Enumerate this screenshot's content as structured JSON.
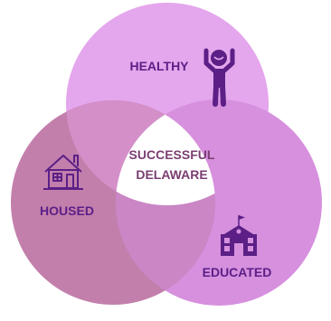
{
  "center": {
    "line1": "SUCCESSFUL",
    "line2": "DELAWARE"
  },
  "circles": [
    {
      "label": "HEALTHY",
      "icon": "person-raising-arms-icon"
    },
    {
      "label": "HOUSED",
      "icon": "house-icon"
    },
    {
      "label": "EDUCATED",
      "icon": "school-building-icon"
    }
  ],
  "colors": {
    "healthy_circle": "#e4a6ec",
    "housed_circle": "#c37fac",
    "educated_circle": "#d690de",
    "text_purple": "#5b1f86",
    "center_text": "#7a3e72",
    "center_fill": "#ffffff"
  }
}
